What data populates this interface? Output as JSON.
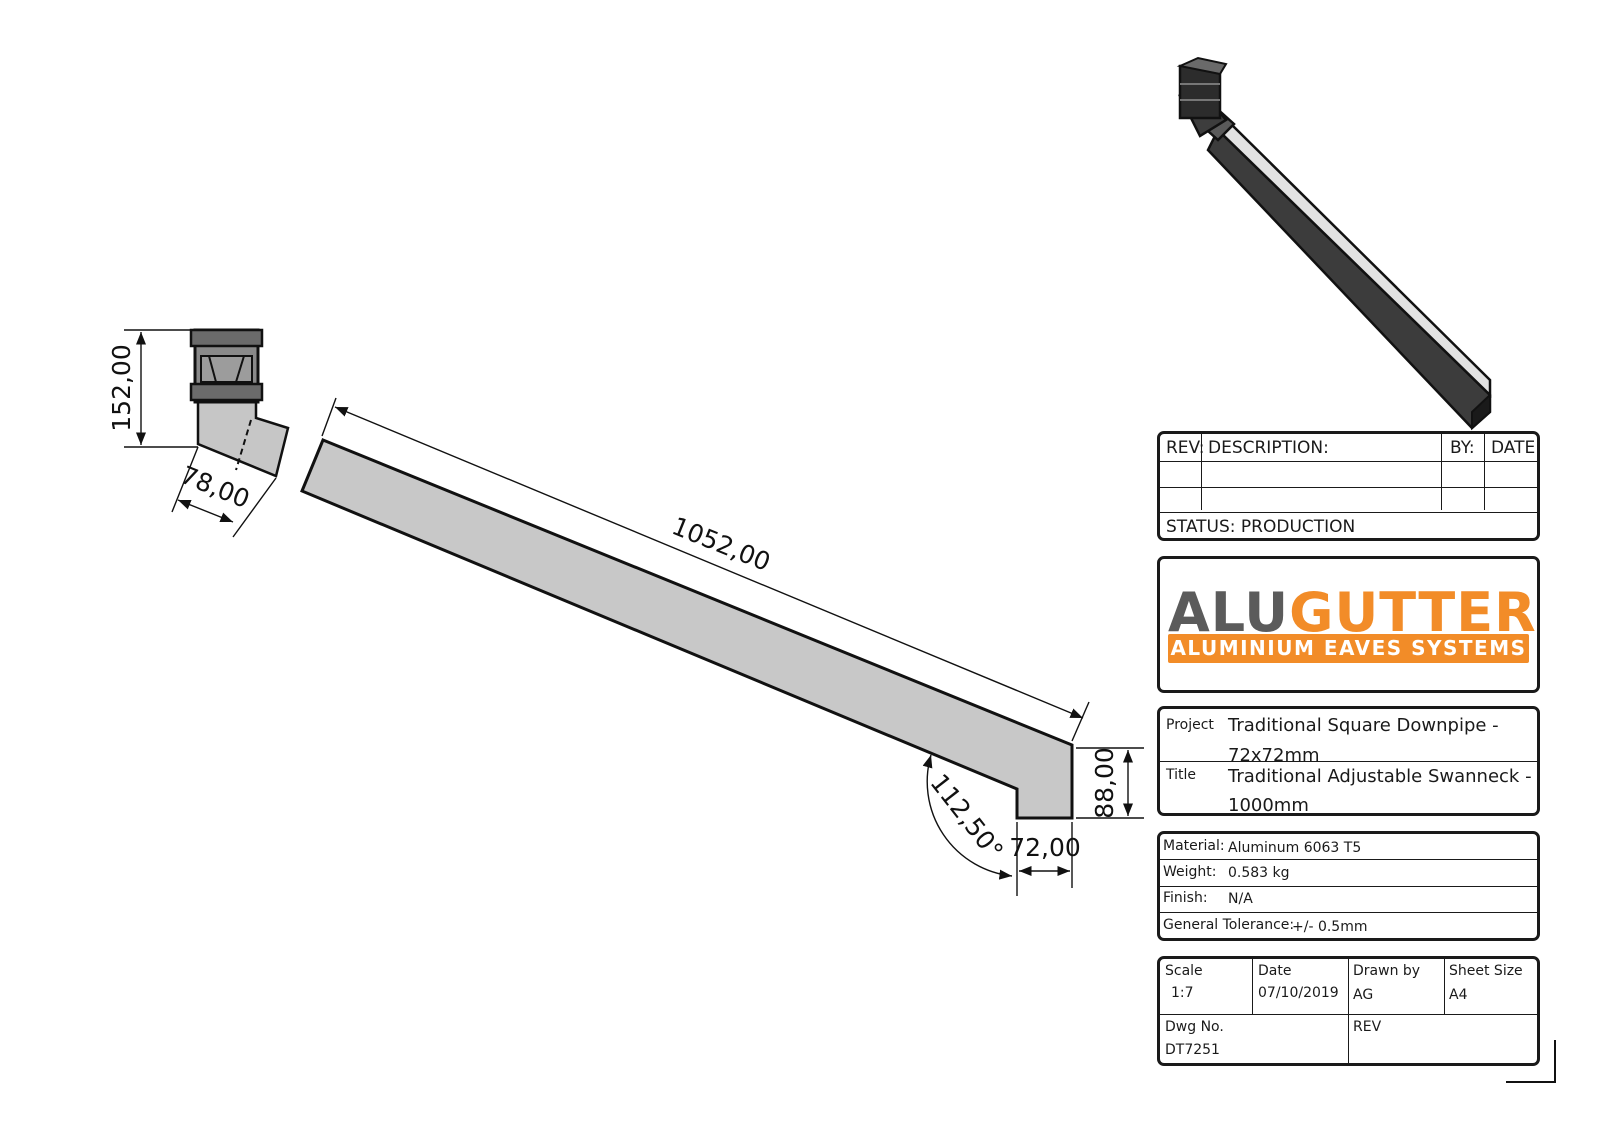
{
  "drawing": {
    "dim_height": "152,00",
    "dim_offset": "78,00",
    "dim_length": "1052,00",
    "dim_angle": "112,50°",
    "dim_depth": "88,00",
    "dim_width": "72,00"
  },
  "revision_block": {
    "rev_header": "REV:",
    "description_header": "DESCRIPTION:",
    "by_header": "BY:",
    "date_header": "DATE:",
    "status": "STATUS: PRODUCTION"
  },
  "logo": {
    "word_grey": "ALU",
    "word_orange": "GUTTER",
    "tagline": "ALUMINIUM EAVES SYSTEMS",
    "grey_color": "#5b5b5b",
    "orange_color": "#f28c28"
  },
  "project_block": {
    "project_label": "Project",
    "project_line1": "Traditional Square Downpipe -",
    "project_line2": "72x72mm",
    "title_label": "Title",
    "title_line1": "Traditional Adjustable Swanneck -",
    "title_line2": "1000mm"
  },
  "material_block": {
    "material_label": "Material:",
    "material_value": "Aluminum 6063 T5",
    "weight_label": "Weight:",
    "weight_value": "0.583 kg",
    "finish_label": "Finish:",
    "finish_value": "N/A",
    "tolerance_label": "General Tolerance:",
    "tolerance_value": "+/- 0.5mm"
  },
  "info_block": {
    "scale_label": "Scale",
    "scale_value": "1:7",
    "date_label": "Date",
    "date_value": "07/10/2019",
    "drawn_label": "Drawn by",
    "drawn_value": "AG",
    "sheet_label": "Sheet Size",
    "sheet_value": "A4",
    "dwg_label": "Dwg No.",
    "dwg_value": "DT7251",
    "rev_label": "REV"
  }
}
